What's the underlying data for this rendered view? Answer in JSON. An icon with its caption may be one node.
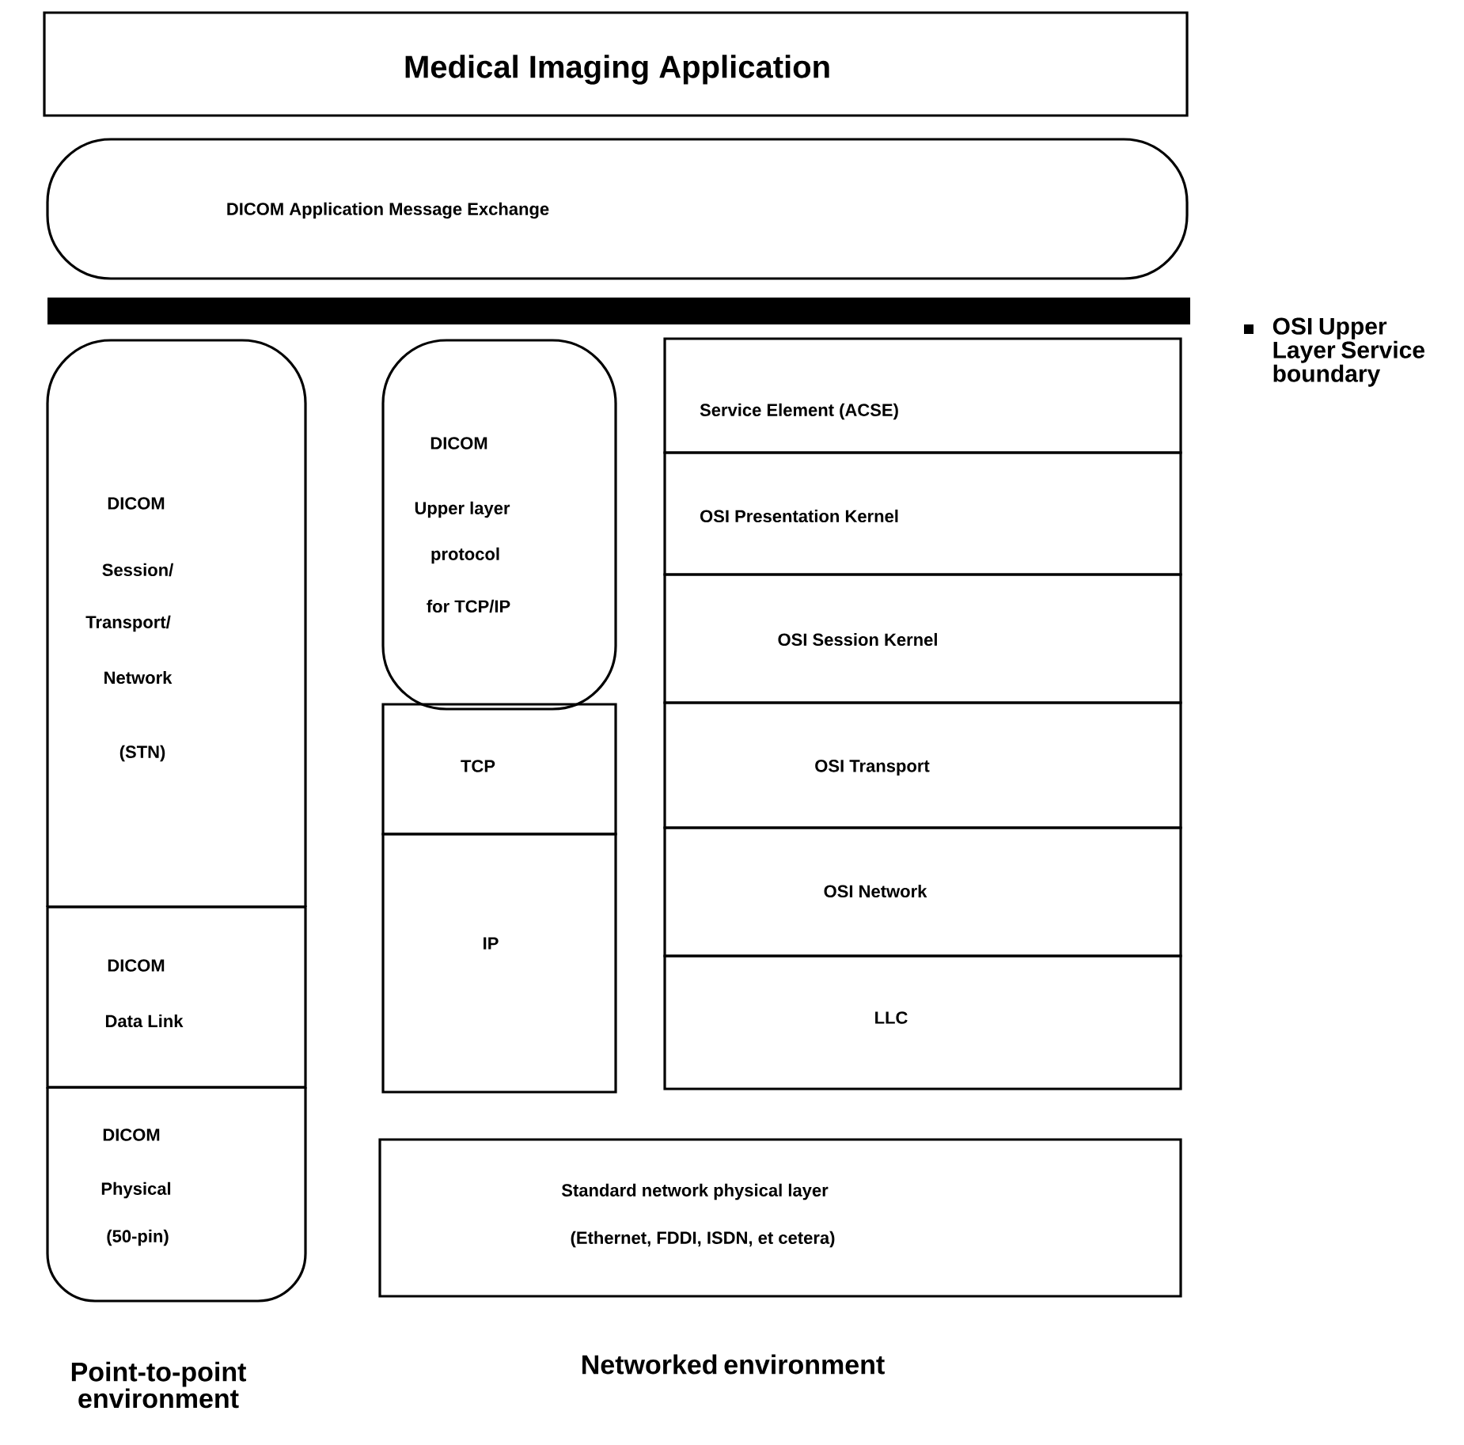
{
  "diagram": {
    "nodes": [
      {
        "text": [
          "Medical Imaging Application"
        ]
      },
      {
        "text": [
          "DICOM Application Message Exchange"
        ]
      },
      {
        "text": [
          "DICOM",
          "Session/",
          "Transport/",
          "Network",
          "(STN)"
        ]
      },
      {
        "text": [
          "DICOM",
          "Data Link"
        ]
      },
      {
        "text": [
          "DICOM",
          "Physical",
          "(50-pin)"
        ]
      },
      {
        "text": [
          "DICOM",
          "Upper layer",
          "protocol",
          "for TCP/IP"
        ]
      },
      {
        "text": [
          "TCP"
        ]
      },
      {
        "text": [
          "IP"
        ]
      },
      {
        "text": [
          "Standard network physical layer",
          "(Ethernet, FDDI, ISDN, et cetera)"
        ]
      },
      {
        "text": [
          "Service Element (ACSE)"
        ]
      },
      {
        "text": [
          "OSI Presentation Kernel"
        ]
      },
      {
        "text": [
          "OSI Session Kernel"
        ]
      },
      {
        "text": [
          "OSI Transport"
        ]
      },
      {
        "text": [
          "OSI Network"
        ]
      },
      {
        "text": [
          "LLC"
        ]
      }
    ],
    "labels": [
      "OSI Upper Layer Service boundary",
      "Point-to-point environment",
      "Networked environment"
    ]
  }
}
